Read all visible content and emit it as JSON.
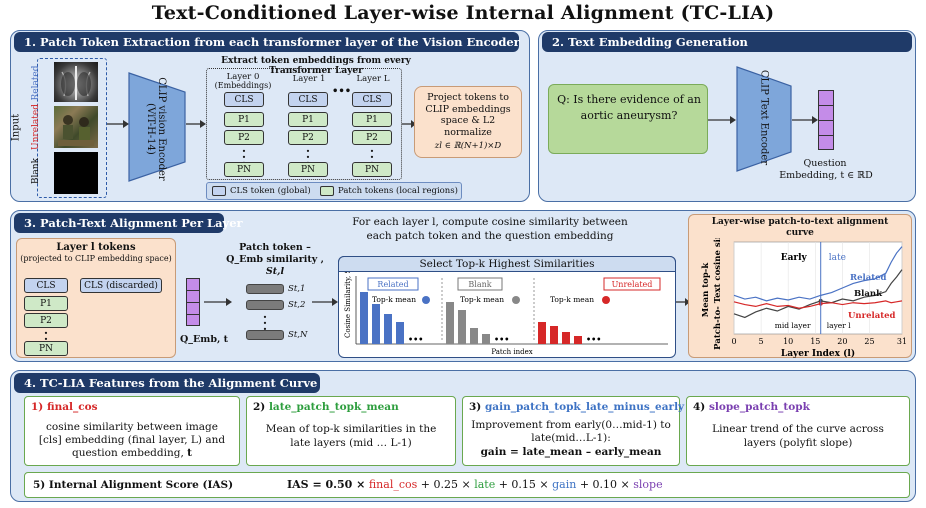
{
  "title": "Text-Conditioned Layer-wise Internal Alignment (TC-LIA)",
  "section1": {
    "header": "1. Patch Token Extraction from each transformer layer of the Vision Encoder",
    "input_label": "Input",
    "img_labels": [
      "Related",
      "Unrelated",
      "Blank"
    ],
    "encoder": "CLIP vision Encoder (ViT-H-14)",
    "extract_title": "Extract token embeddings from every Transformer Layer",
    "layer0": "Layer 0",
    "layer0_sub": "(Embeddings)",
    "layer1": "Layer 1",
    "layerL": "Layer L",
    "cls": "CLS",
    "p1": "P1",
    "p2": "P2",
    "pn": "PN",
    "hdots": "•••",
    "project_text": "Project tokens to CLIP embeddings space & L2 normalize",
    "project_formula": "zl ∈ ℝ(N+1)×D",
    "legend_cls": "CLS token (global)",
    "legend_patch": "Patch tokens (local regions)"
  },
  "section2": {
    "header": "2. Text Embedding Generation",
    "question": "Q: Is there evidence of an aortic aneurysm?",
    "encoder": "CLIP Text Encoder",
    "emb_label_1": "Question",
    "emb_label_2": "Embedding, t ∈ ℝD"
  },
  "section3": {
    "header": "3. Patch-Text Alignment Per Layer",
    "desc_line1": "For each layer l, compute cosine similarity between",
    "desc_line2": "each patch token and the question embedding",
    "tokens_title": "Layer l tokens",
    "tokens_sub": "(projected to CLIP embedding space)",
    "cls_discarded": "CLS (discarded)",
    "qemb": "Q_Emb, t",
    "sim_title_1": "Patch token –",
    "sim_title_2": "Q_Emb similarity ,",
    "sim_title_3": "St,l",
    "s1": "St,1",
    "s2": "St,2",
    "sn": "St,N",
    "topk_title": "Select Top-k Highest Similarities",
    "ylabel": "Cosine Similarity, St",
    "xlabel": "Patch index",
    "groups": [
      "Related",
      "Blank",
      "Unrelated"
    ],
    "topk_mean": "Top-k mean"
  },
  "curve": {
    "title_1": "Layer-wise patch-to-text alignment",
    "title_2": "curve",
    "ylabel_1": "Mean top-k",
    "ylabel_2": "Patch-to- Text cosine sim",
    "xlabel": "Layer Index (l)",
    "early": "Early",
    "late": "late",
    "mid_layer": "mid layer",
    "layer_l": "layer l",
    "series_labels": [
      "Related",
      "Blank",
      "Unrelated"
    ]
  },
  "chart_data": {
    "type": "line",
    "title": "Layer-wise patch-to-text alignment curve",
    "xlabel": "Layer Index (l)",
    "ylabel": "Mean top-k Patch-to- Text cosine sim",
    "xticks": [
      0,
      5,
      10,
      15,
      20,
      25,
      31
    ],
    "xlim": [
      0,
      31
    ],
    "ylim": [
      0,
      1
    ],
    "series": [
      {
        "name": "Related",
        "color": "#4a72c4",
        "x": [
          0,
          2,
          4,
          6,
          8,
          10,
          12,
          14,
          16,
          18,
          20,
          22,
          24,
          26,
          28,
          29,
          30,
          31
        ],
        "y": [
          0.42,
          0.38,
          0.4,
          0.36,
          0.39,
          0.37,
          0.4,
          0.38,
          0.42,
          0.45,
          0.5,
          0.55,
          0.58,
          0.6,
          0.66,
          0.78,
          0.88,
          0.95
        ]
      },
      {
        "name": "Blank",
        "color": "#444444",
        "x": [
          0,
          2,
          4,
          6,
          8,
          10,
          12,
          14,
          16,
          18,
          20,
          22,
          24,
          26,
          28,
          29,
          30,
          31
        ],
        "y": [
          0.22,
          0.18,
          0.24,
          0.28,
          0.25,
          0.3,
          0.27,
          0.32,
          0.36,
          0.34,
          0.38,
          0.36,
          0.4,
          0.42,
          0.46,
          0.55,
          0.62,
          0.7
        ]
      },
      {
        "name": "Unrelated",
        "color": "#d62828",
        "x": [
          0,
          2,
          4,
          6,
          8,
          10,
          12,
          14,
          16,
          18,
          20,
          22,
          24,
          26,
          28,
          29,
          30,
          31
        ],
        "y": [
          0.35,
          0.32,
          0.3,
          0.33,
          0.3,
          0.31,
          0.28,
          0.3,
          0.33,
          0.34,
          0.32,
          0.34,
          0.33,
          0.34,
          0.36,
          0.34,
          0.35,
          0.36
        ]
      }
    ],
    "mid_layer": 16
  },
  "section4": {
    "header": "4. TC-LIA Features from the Alignment Curve",
    "f1_title": "final_cos",
    "f1_num": "1)",
    "f1_body_1": "cosine similarity between image",
    "f1_body_2": "[cls] embedding (final layer, L)  and",
    "f1_body_3": "question embedding,",
    "f1_body_t": "t",
    "f2_num": "2)",
    "f2_title": "late_patch_topk_mean",
    "f2_body_1": "Mean of top-k similarities in the",
    "f2_body_2": "late layers (mid … L-1)",
    "f3_num": "3)",
    "f3_title": "gain_patch_topk_late_minus_early",
    "f3_body_1": "Improvement from early(0…mid-1) to",
    "f3_body_2": "late(mid…L-1):",
    "f3_body_3": "gain =  late_mean – early_mean",
    "f4_num": "4)",
    "f4_title": "slope_patch_topk",
    "f4_body_1": "Linear trend of the curve across",
    "f4_body_2": "layers (polyfit slope)",
    "ias_label": "5) Internal Alignment Score (IAS)",
    "ias_prefix": "IAS = 0.50 ×",
    "ias_t1": "final_cos",
    "ias_p2": "+ 0.25 ×",
    "ias_t2": "late",
    "ias_p3": "+ 0.15 ×",
    "ias_t3": "gain",
    "ias_p4": "+ 0.10 ×",
    "ias_t4": "slope"
  },
  "colors": {
    "header_bg": "#1f3a68",
    "panel_bg": "#dde8f6",
    "related": "#4a72c4",
    "unrelated": "#d62828",
    "blank": "#888888",
    "green": "#2e9e3e",
    "gain": "#3e73c4",
    "slope": "#7a3fb0"
  }
}
